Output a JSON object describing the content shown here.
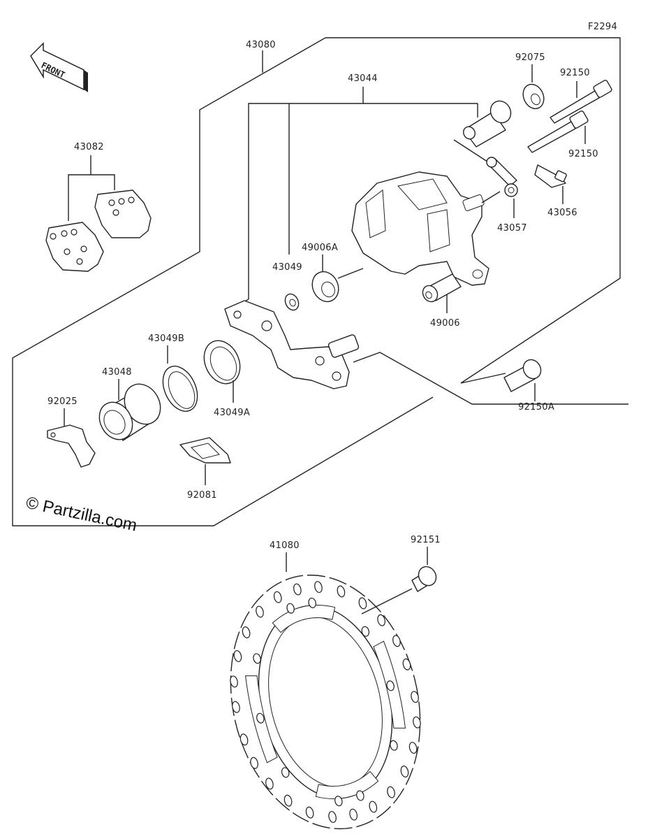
{
  "diagram_code": "F2294",
  "front_label": "FRONT",
  "watermark": "© Partzilla.com",
  "parts": {
    "p43080": "43080",
    "p43044": "43044",
    "p92075": "92075",
    "p92150_top": "92150",
    "p92150_mid": "92150",
    "p43082": "43082",
    "p43056": "43056",
    "p43057": "43057",
    "p49006A": "49006A",
    "p43049": "43049",
    "p49006": "49006",
    "p43049B": "43049B",
    "p43048": "43048",
    "p92025": "92025",
    "p43049A": "43049A",
    "p92150A": "92150A",
    "p92081": "92081",
    "p41080": "41080",
    "p92151": "92151"
  }
}
